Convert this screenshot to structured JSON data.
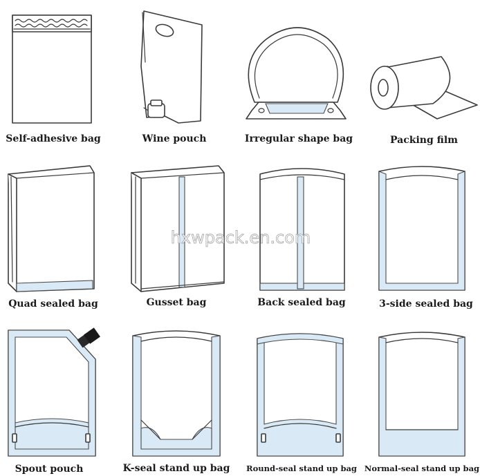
{
  "watermark": "hxwpack.en.com",
  "colors": {
    "seal": "#d9eaf6",
    "outline": "#3a3a3a",
    "label": "#1a1a1a"
  },
  "items": [
    {
      "label": "Self-adhesive bag"
    },
    {
      "label": "Wine pouch"
    },
    {
      "label": "Irregular shape bag"
    },
    {
      "label": "Packing film"
    },
    {
      "label": "Quad sealed bag"
    },
    {
      "label": "Gusset bag"
    },
    {
      "label": "Back sealed bag"
    },
    {
      "label": "3-side sealed bag"
    },
    {
      "label": "Spout pouch"
    },
    {
      "label": "K-seal stand up bag"
    },
    {
      "label": "Round-seal stand up bag"
    },
    {
      "label": "Normal-seal stand up bag"
    }
  ]
}
